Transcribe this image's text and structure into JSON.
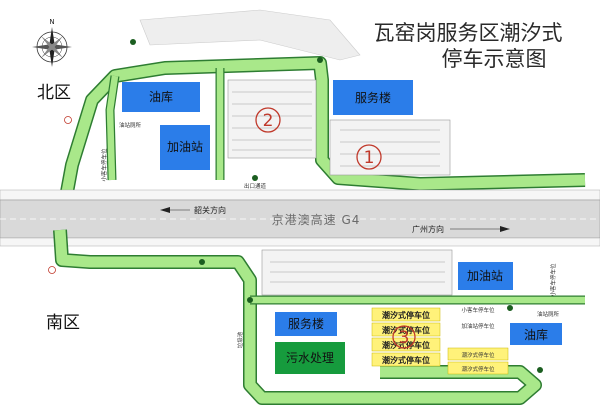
{
  "title": {
    "line1": "瓦窑岗服务区潮汐式",
    "line2": "停车示意图"
  },
  "regions": {
    "north": "北区",
    "south": "南区"
  },
  "compass": {
    "label": "N",
    "icon": "compass-rose-icon"
  },
  "north_area": {
    "oil_depot": "油库",
    "gas_station": "加油站",
    "service_building": "服务楼",
    "station_toilet": "油站厕所",
    "small_car_parking": "小客车停车位",
    "zone_1": "1",
    "zone_2": "2",
    "road_label": "出口通道"
  },
  "highway": {
    "name": "京港澳高速 G4",
    "to_shaoguan": "韶关方向",
    "to_guangzhou": "广州方向"
  },
  "south_area": {
    "service_building": "服务楼",
    "sewage_treatment": "污水处理",
    "gas_station": "加油站",
    "station_toilet": "油站厕所",
    "oil_depot": "油库",
    "garbage": "垃圾池",
    "tidal_bay": "潮汐式停车位",
    "zone_3": "3",
    "side_labels": [
      "小客车停车位",
      "加油站停车位"
    ],
    "small_car_parking": "小客车停车位"
  },
  "colors": {
    "road_green": "#a9e88a",
    "road_edge": "#2e7d32",
    "block_blue": "#2b7de9",
    "sewage_green": "#169b3d",
    "tidal_yellow": "#fff27a",
    "highway_gray": "#d9d9d9",
    "zone_red": "#c0392b"
  }
}
